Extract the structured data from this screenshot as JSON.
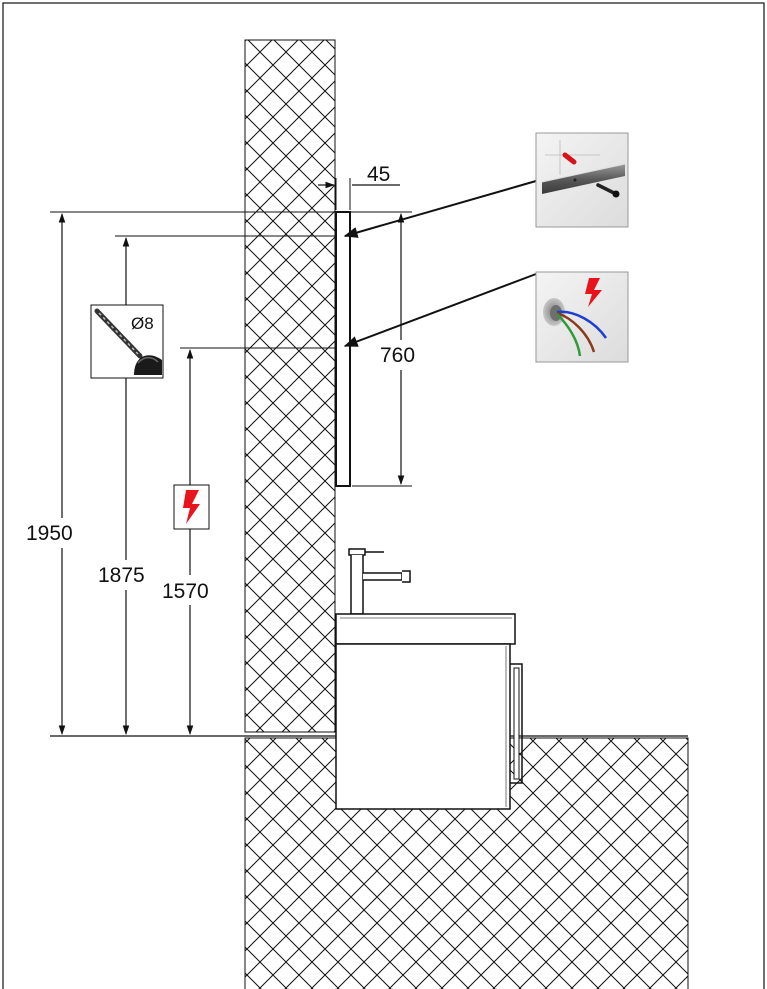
{
  "dimensions": {
    "mirror_thickness": "45",
    "mirror_height": "760",
    "top_height": "1950",
    "drill_height": "1875",
    "power_height": "1570"
  },
  "labels": {
    "drill_diameter": "Ø8"
  },
  "icons": {
    "drill": "drill-icon",
    "electric_hazard": "lightning-bolt-icon",
    "mounting_rail": "mounting-rail-detail-icon",
    "cable_connection": "cable-connection-detail-icon"
  },
  "colors": {
    "line": "#111111",
    "hazard_red": "#e8141b",
    "wire_blue": "#1f3fd1",
    "wire_brown": "#8a3b1c",
    "wire_green": "#2f9b3a"
  }
}
